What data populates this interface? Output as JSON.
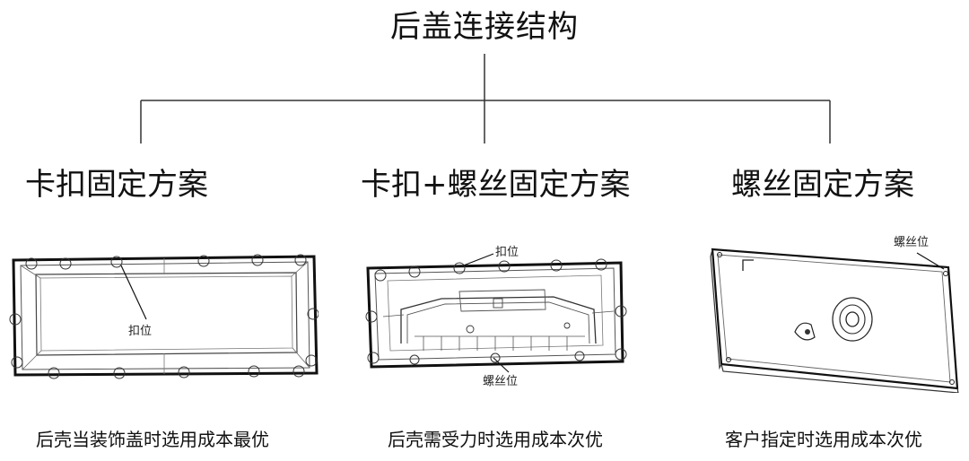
{
  "title": "后盖连接结构",
  "options": [
    {
      "heading": "卡扣固定方案",
      "caption": "后壳当装饰盖时选用成本最优",
      "callouts": [
        "扣位"
      ]
    },
    {
      "heading": "卡扣+螺丝固定方案",
      "caption": "后壳需受力时选用成本次优",
      "callouts": [
        "扣位",
        "螺丝位"
      ]
    },
    {
      "heading": "螺丝固定方案",
      "caption": "客户指定时选用成本次优",
      "callouts": [
        "螺丝位"
      ]
    }
  ]
}
